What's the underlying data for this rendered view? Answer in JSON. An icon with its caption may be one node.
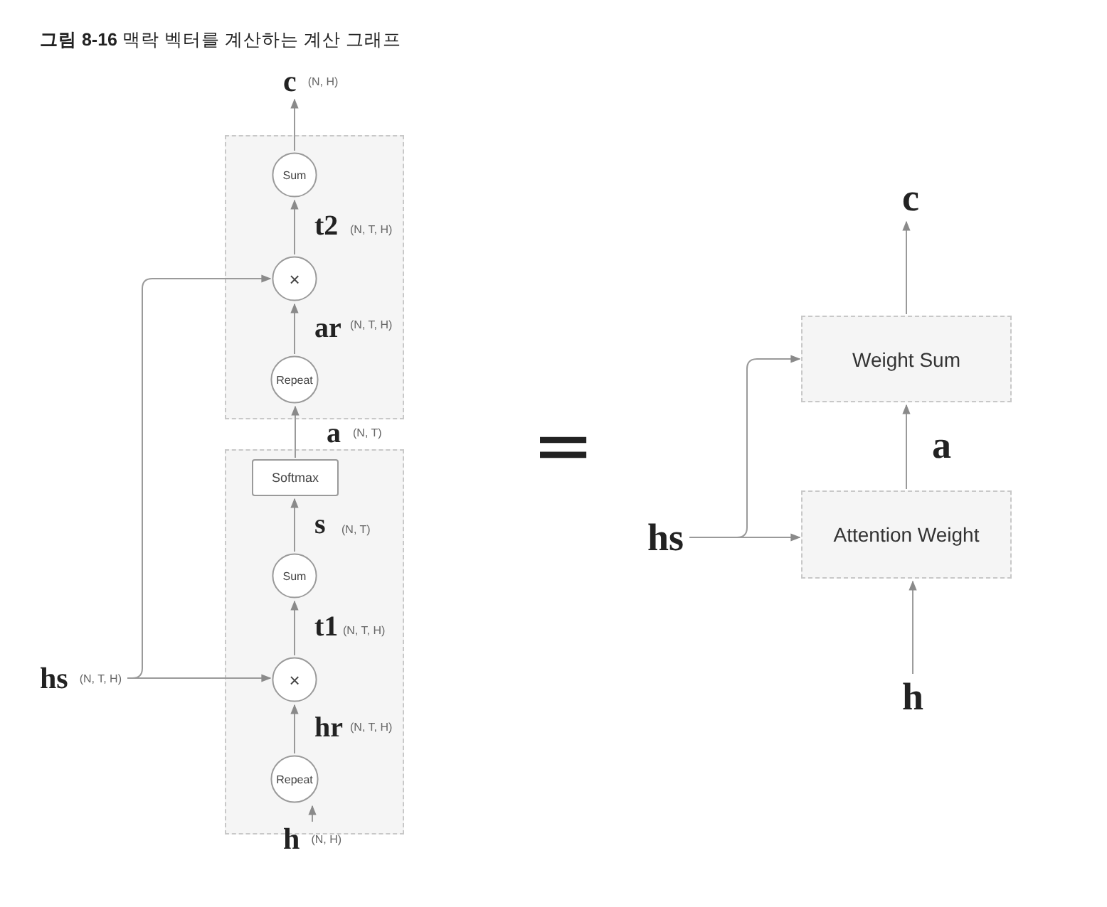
{
  "diagram": {
    "title": "**그림 8-16** 맥락 벡터를 계산하는 계산 그래프",
    "nodes": [
      {
        "text": [],
        "shape": "box"
      },
      {
        "text": [
          "Sum"
        ],
        "in": 0
      },
      {
        "text": [
          "×"
        ],
        "in": 0
      },
      {
        "text": [
          "Repeat"
        ],
        "in": 0
      },
      {
        "text": [],
        "shape": "box"
      },
      {
        "text": [
          "Softmax"
        ],
        "in": 4
      },
      {
        "text": [
          "Sum"
        ],
        "in": 4
      },
      {
        "text": [
          "×"
        ],
        "in": 4
      },
      {
        "text": [
          "Repeat"
        ],
        "in": 4
      },
      {
        "text": [
          "c"
        ],
        "beside": [
          "(N, H)"
        ]
      },
      {
        "text": [
          "hs"
        ],
        "beside": [
          "(N, T, H)"
        ]
      },
      {
        "text": [
          "h"
        ],
        "beside": [
          "(N, H)"
        ]
      },
      {
        "text": [
          "c"
        ]
      },
      {
        "text": [
          "Weight Sum"
        ]
      },
      {
        "text": [
          "Attention Weight"
        ]
      },
      {
        "text": [
          "hs"
        ]
      },
      {
        "text": [
          "h"
        ]
      }
    ],
    "edges": [
      {
        "from": 1,
        "to": 9,
        "arrow": "to"
      },
      {
        "from": 2,
        "to": 1,
        "arrow": "to",
        "label": "t2"
      },
      {
        "from": 3,
        "to": 2,
        "arrow": "to",
        "label": "ar"
      },
      {
        "from": 5,
        "to": 3,
        "arrow": "to",
        "label": "a"
      },
      {
        "from": 6,
        "to": 5,
        "arrow": "to",
        "label": "s"
      },
      {
        "from": 7,
        "to": 6,
        "arrow": "to",
        "label": "t1"
      },
      {
        "from": 8,
        "to": 7,
        "arrow": "to",
        "label": "hr"
      },
      {
        "from": 11,
        "to": 8,
        "arrow": "to"
      },
      {
        "from": 10,
        "to": 7,
        "arrow": "to"
      },
      {
        "from": 10,
        "to": 2,
        "arrow": "to"
      },
      {
        "from": 13,
        "to": 12,
        "arrow": "to"
      },
      {
        "from": 14,
        "to": 13,
        "arrow": "to",
        "label": "a"
      },
      {
        "from": 15,
        "to": 14,
        "arrow": "to"
      },
      {
        "from": 15,
        "to": 13,
        "arrow": "to"
      },
      {
        "from": 16,
        "to": 14,
        "arrow": "to"
      }
    ],
    "labels": [
      "(N, T, H)",
      "(N, T, H)",
      "(N, T)",
      "(N, T)",
      "(N, T, H)",
      "(N, T, H)",
      "="
    ]
  }
}
